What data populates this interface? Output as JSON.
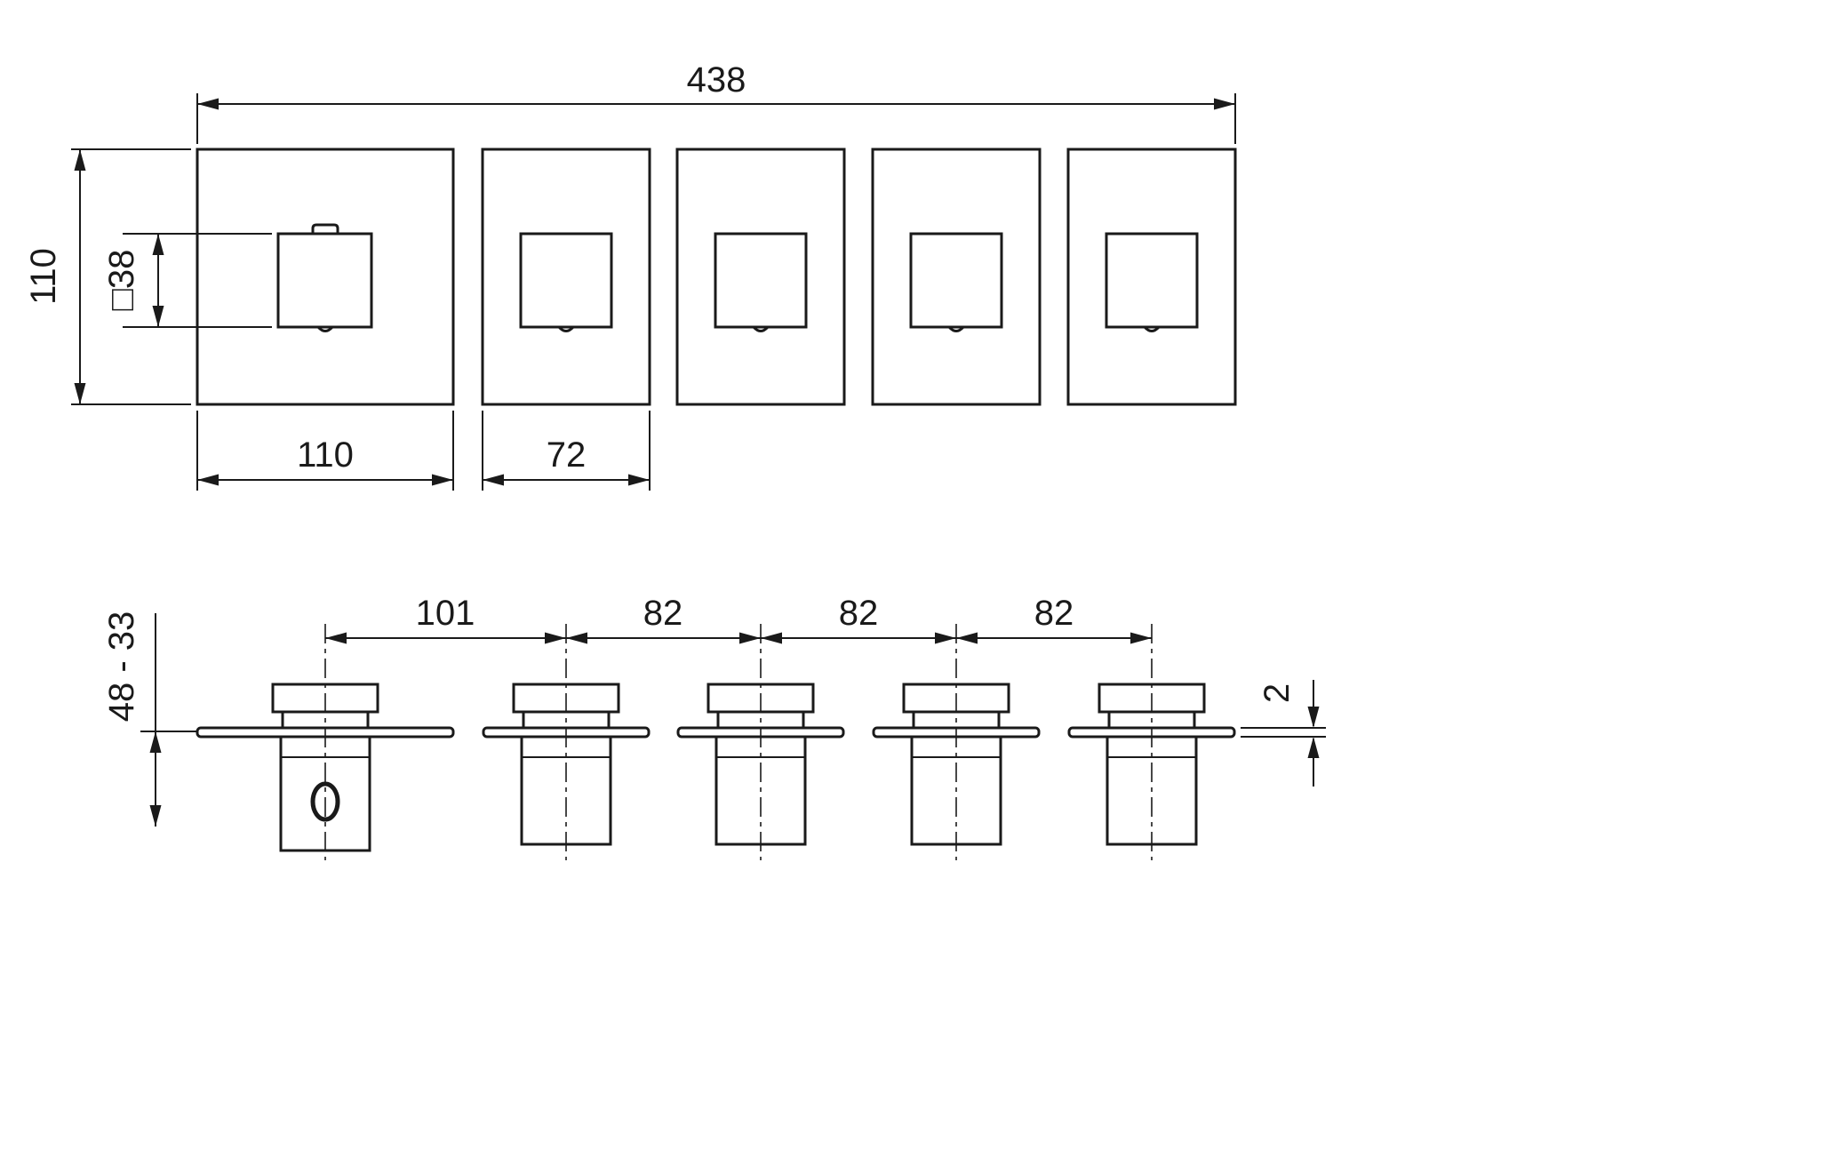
{
  "drawing": {
    "type": "technical-dimension-drawing",
    "background": "#ffffff",
    "line_color": "#1a1a1a",
    "views": {
      "front_view_plates": 5,
      "profile_view_valves": 5
    },
    "dimensions": {
      "overall_width": "438",
      "plate_height": "110",
      "handle_square": "□38",
      "plate1_width": "110",
      "plate2_width": "72",
      "span1": "101",
      "span2": "82",
      "span3": "82",
      "span4": "82",
      "depth_range": "48 - 33",
      "plate_thickness": "2"
    }
  }
}
